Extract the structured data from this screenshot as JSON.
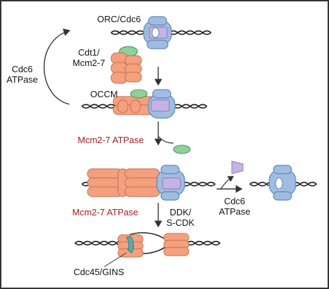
{
  "colors": {
    "mcm": "#f4a07f",
    "mcm_stroke": "#c4704e",
    "orc": "#9fbde0",
    "orc_stroke": "#5f86b6",
    "cdc6": "#c4b3e3",
    "cdt1": "#8ed09a",
    "cdt1_stroke": "#4d9a5d",
    "cdc45": "#5ea7a8",
    "dna": "#222222",
    "atpase_red": "#a51c1c",
    "frame": "#333333"
  },
  "labels": {
    "orc_cdc6": "ORC/Cdc6",
    "cdt1_mcm_line1": "Cdt1/",
    "cdt1_mcm_line2": "Mcm2-7",
    "cdc6_atpase_left_line1": "Cdc6",
    "cdc6_atpase_left_line2": "ATPase",
    "occm": "OCCM",
    "mcm_atpase_1": "Mcm2-7 ATPase",
    "mcm_atpase_2": "Mcm2-7 ATPase",
    "cdc6_atpase_right_line1": "Cdc6",
    "cdc6_atpase_right_line2": "ATPase",
    "ddk_line1": "DDK/",
    "ddk_line2": "S-CDK",
    "cdc45_gins": "Cdc45/GINS"
  }
}
